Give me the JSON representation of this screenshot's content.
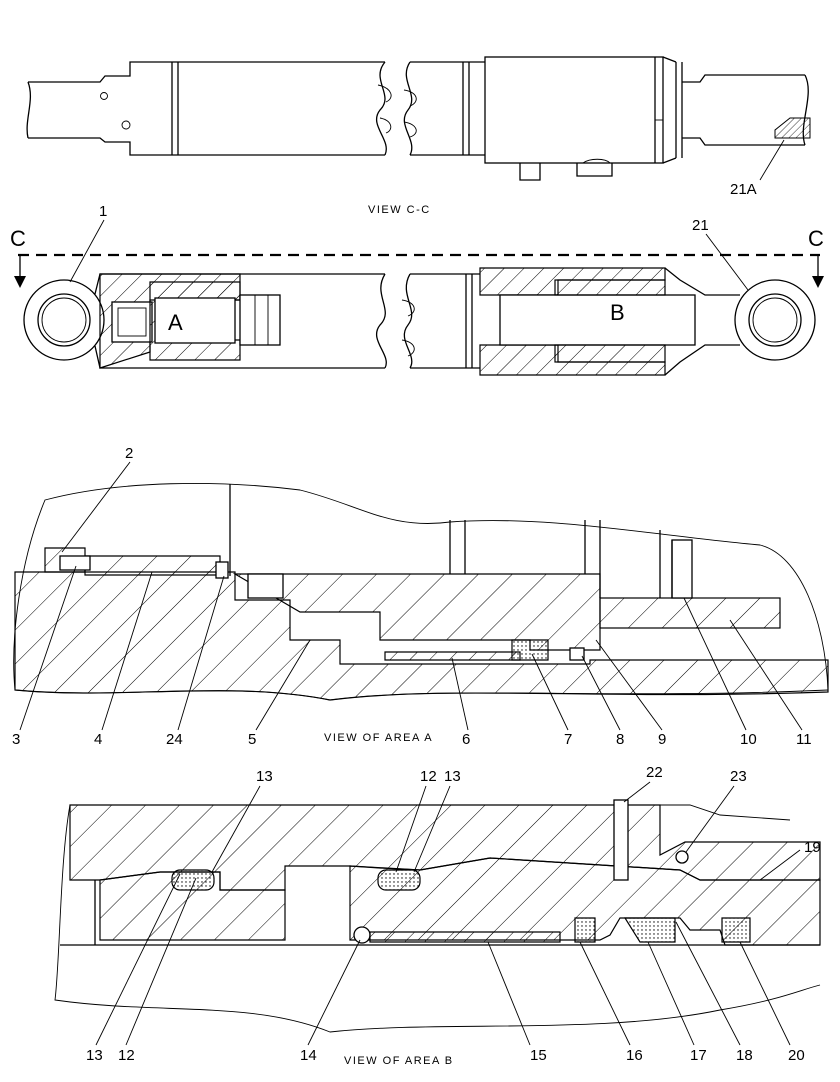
{
  "views": {
    "view_cc": "VIEW C-C",
    "view_a": "VIEW OF AREA A",
    "view_b": "VIEW OF AREA B"
  },
  "section_marks": {
    "left": "C",
    "right": "C"
  },
  "area_marks": {
    "a": "A",
    "b": "B"
  },
  "callouts_top": {
    "c21a": "21A"
  },
  "callouts_section": {
    "c1": "1",
    "c21": "21"
  },
  "callouts_a": {
    "c2": "2",
    "c3": "3",
    "c4": "4",
    "c24": "24",
    "c5": "5",
    "c6": "6",
    "c7": "7",
    "c8": "8",
    "c9": "9",
    "c10": "10",
    "c11": "11"
  },
  "callouts_b": {
    "c13a": "13",
    "c12a": "12",
    "c13b": "13",
    "c22": "22",
    "c23": "23",
    "c19": "19",
    "c13c": "13",
    "c12c": "12",
    "c14": "14",
    "c15": "15",
    "c16": "16",
    "c17": "17",
    "c18": "18",
    "c20": "20"
  }
}
